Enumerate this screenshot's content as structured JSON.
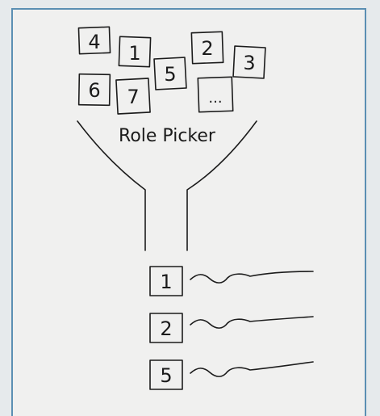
{
  "diagram": {
    "funnel_label": "Role Picker",
    "input_roles": [
      "4",
      "1",
      "5",
      "2",
      "3",
      "6",
      "7",
      "..."
    ],
    "output_roles": [
      "1",
      "2",
      "5"
    ]
  }
}
